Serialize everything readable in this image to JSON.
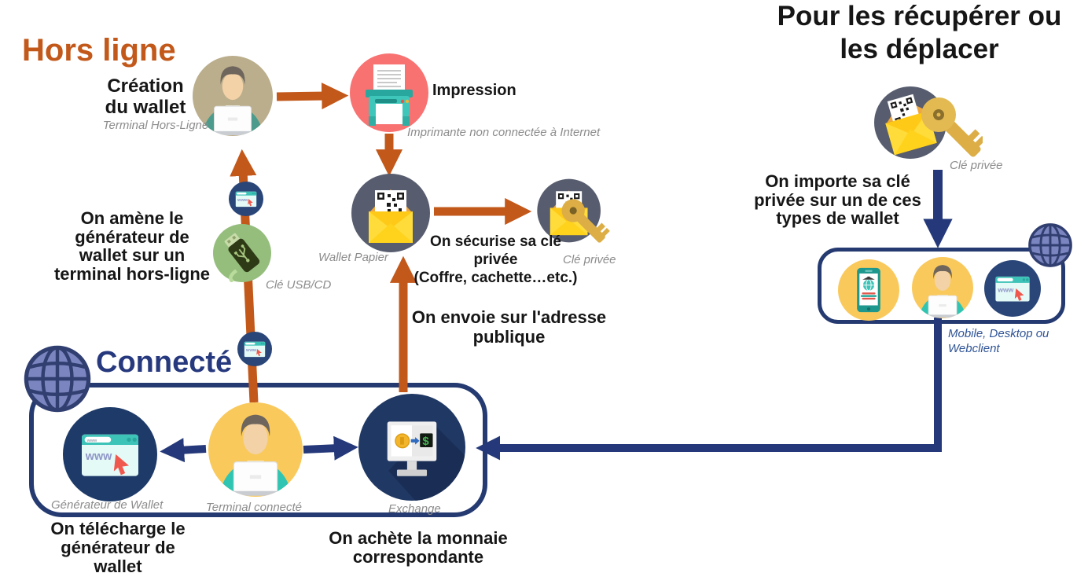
{
  "labels": {
    "www": "www",
    "dollar": "$"
  },
  "offline": {
    "title": "Hors ligne",
    "creation": "Création\ndu wallet",
    "creation_caption": "Terminal Hors-Ligne",
    "impression": "Impression",
    "impression_caption": "Imprimante non connectée à Internet",
    "wallet_paper_caption": "Wallet Papier",
    "secure": "On sécurise sa clé\nprivée\n(Coffre, cachette…etc.)",
    "private_key_caption": "Clé privée",
    "bring": "On amène le\ngénérateur de\nwallet sur un\nterminal hors-ligne",
    "usb_caption": "Clé USB/CD",
    "send": "On envoie sur l'adresse\npublique"
  },
  "online": {
    "title": "Connecté",
    "generator_caption": "Générateur de Wallet",
    "terminal_caption": "Terminal connecté",
    "exchange_caption": "Exchange",
    "download": "On télécharge le\ngénérateur de\nwallet",
    "buy": "On achète la monnaie\ncorrespondante"
  },
  "retrieve": {
    "title": "Pour les récupérer ou\nles déplacer",
    "private_key_caption": "Clé privée",
    "import": "On importe sa clé\nprivée sur un de ces\ntypes de wallet",
    "types_caption": "Mobile, Desktop ou\nWebclient"
  },
  "colors": {
    "orange": "#C2581A",
    "navy": "#25397A",
    "caption_gray": "#8C8C8C",
    "caption_blue": "#2F5496"
  }
}
